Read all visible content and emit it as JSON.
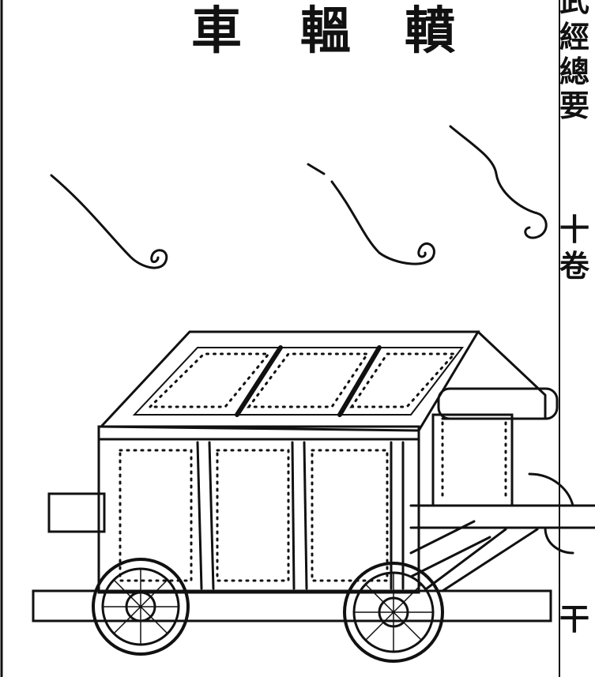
{
  "title": {
    "chars": [
      "車",
      "轀",
      "轒"
    ]
  },
  "margin": {
    "book_title": [
      "武",
      "經",
      "總",
      "要"
    ],
    "volume": [
      "十",
      "卷"
    ],
    "page": "干"
  },
  "colors": {
    "ink": "#111111",
    "paper": "#ffffff"
  }
}
